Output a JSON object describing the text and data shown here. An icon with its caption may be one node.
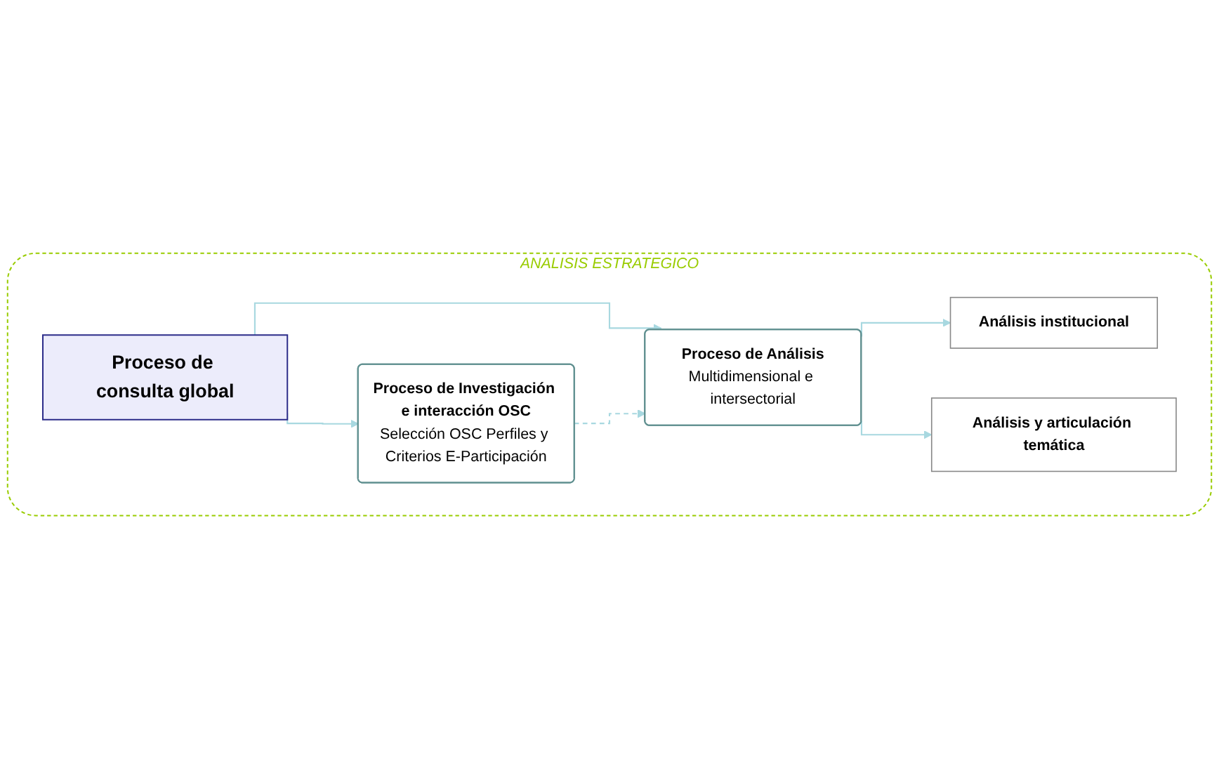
{
  "diagram": {
    "nodes": [
      {
        "text": [
          "ANALISIS ESTRATEGICO"
        ]
      },
      {
        "text": [
          "Proceso de consulta global"
        ],
        "in": 0
      },
      {
        "text": [
          "Proceso de Investigación e interacción OSC",
          "Selección OSC Perfiles y Criterios E-Participación"
        ],
        "in": 0
      },
      {
        "text": [
          "Proceso de Análisis",
          "Multidimensional e intersectorial"
        ],
        "in": 0
      },
      {
        "text": [
          "Análisis institucional"
        ],
        "in": 0
      },
      {
        "text": [
          "Análisis y articulación temática"
        ],
        "in": 0
      }
    ],
    "edges": [
      {
        "from": 1,
        "to": 2,
        "arrow": "to"
      },
      {
        "from": 1,
        "to": 3,
        "arrow": "to"
      },
      {
        "from": 2,
        "to": 3,
        "arrow": "to",
        "style": "dashed"
      },
      {
        "from": 3,
        "to": 4,
        "arrow": "to"
      },
      {
        "from": 3,
        "to": 5,
        "arrow": "to"
      }
    ]
  }
}
